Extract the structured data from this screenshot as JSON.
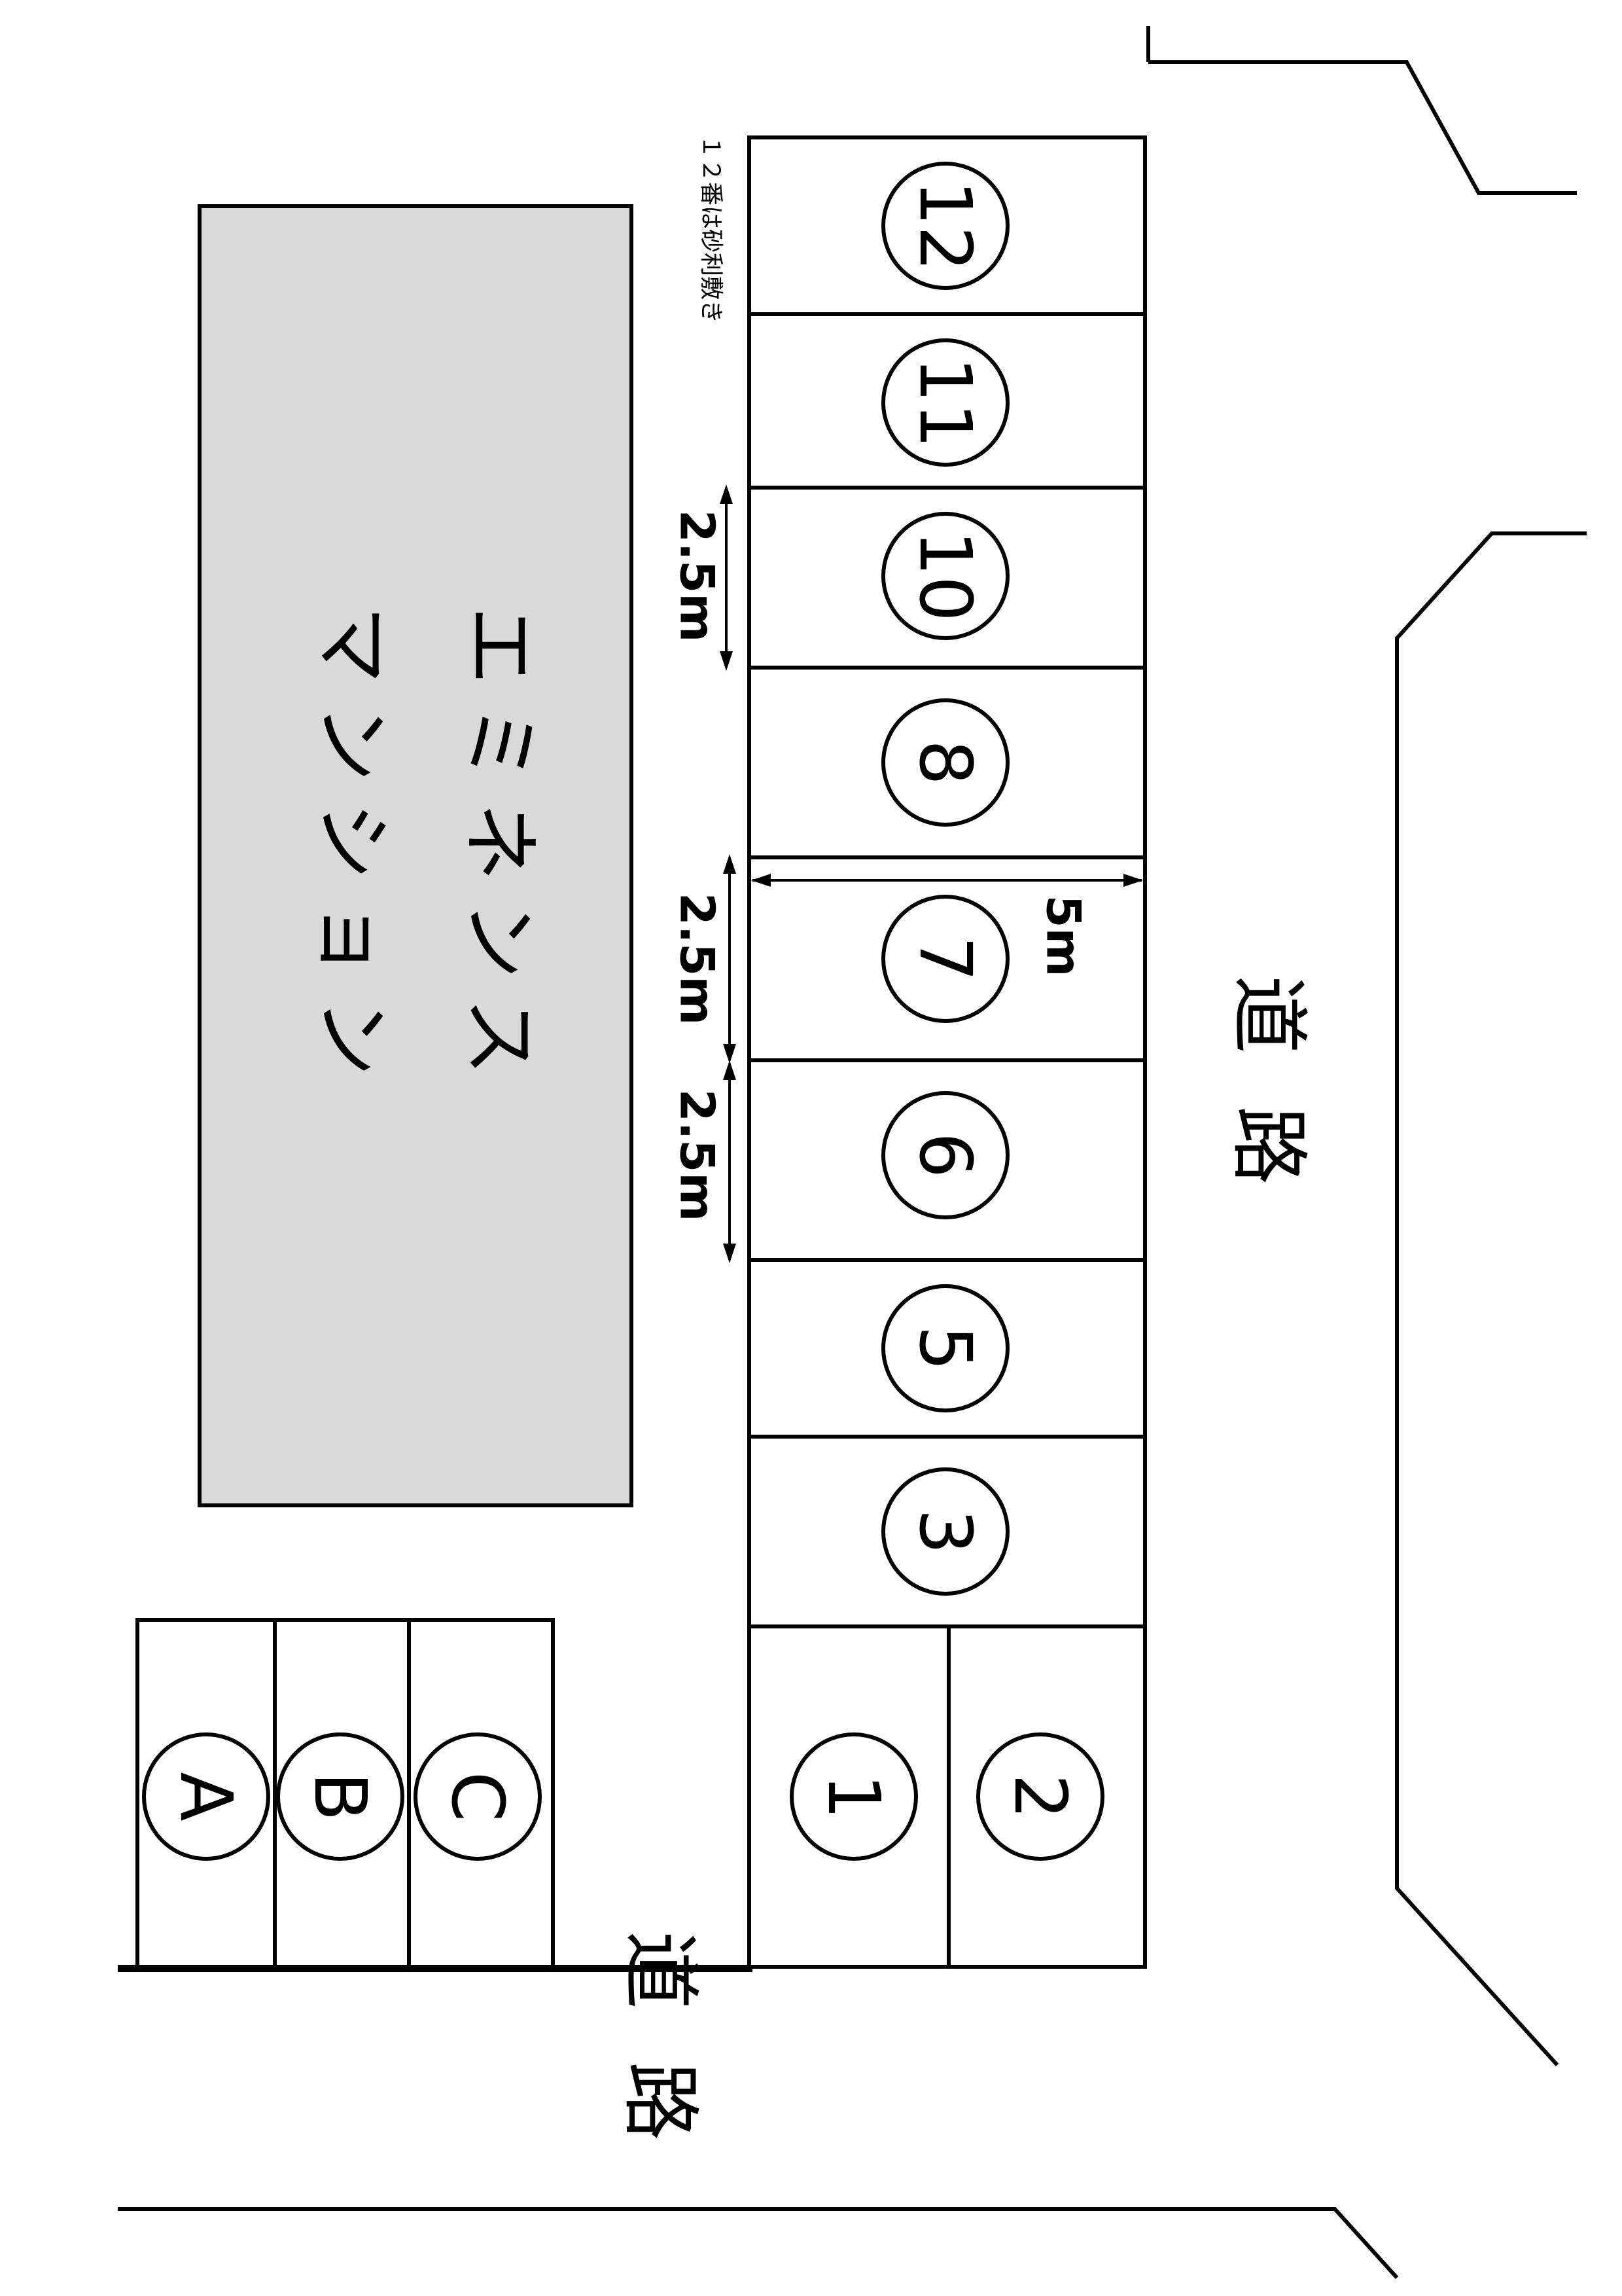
{
  "colors": {
    "building_fill": "#d9d9d9",
    "stroke": "#000000"
  },
  "building": {
    "line1": "マンション",
    "line2": "エミネンス"
  },
  "road_right": "道路",
  "road_left": "道路",
  "note_12": "１２番は砂利敷き",
  "spaces": [
    "1",
    "2",
    "3",
    "5",
    "6",
    "7",
    "8",
    "10",
    "11",
    "12"
  ],
  "guest_spaces": [
    "A",
    "B",
    "C"
  ],
  "dimensions": {
    "width_label": "2.5m",
    "depth_label": "5m"
  }
}
